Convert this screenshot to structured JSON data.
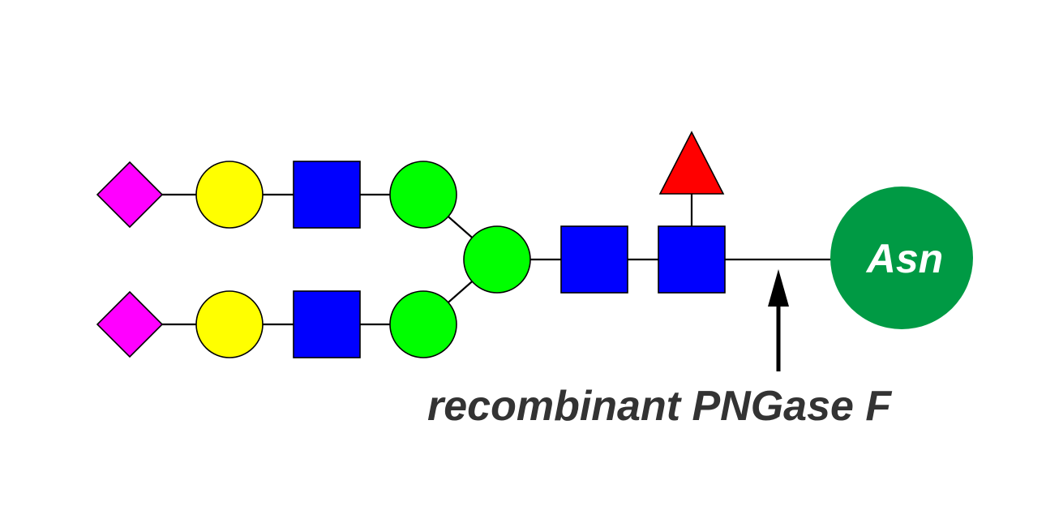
{
  "colors": {
    "sialic_acid": "#ff00ff",
    "galactose": "#ffff00",
    "glcnac": "#0000ff",
    "mannose": "#00ff00",
    "fucose": "#ff0000",
    "asn": "#009a44",
    "asn_text": "#ffffff",
    "label_text": "#333333",
    "line": "#000000"
  },
  "icons": {
    "sialic_acid": "diamond",
    "galactose": "circle",
    "glcnac": "square",
    "mannose": "circle",
    "fucose": "triangle",
    "asn": "circle",
    "cleavage": "up-arrow"
  },
  "asn": {
    "label": "Asn"
  },
  "cleavage": {
    "enzyme_label": "recombinant PNGase F"
  }
}
